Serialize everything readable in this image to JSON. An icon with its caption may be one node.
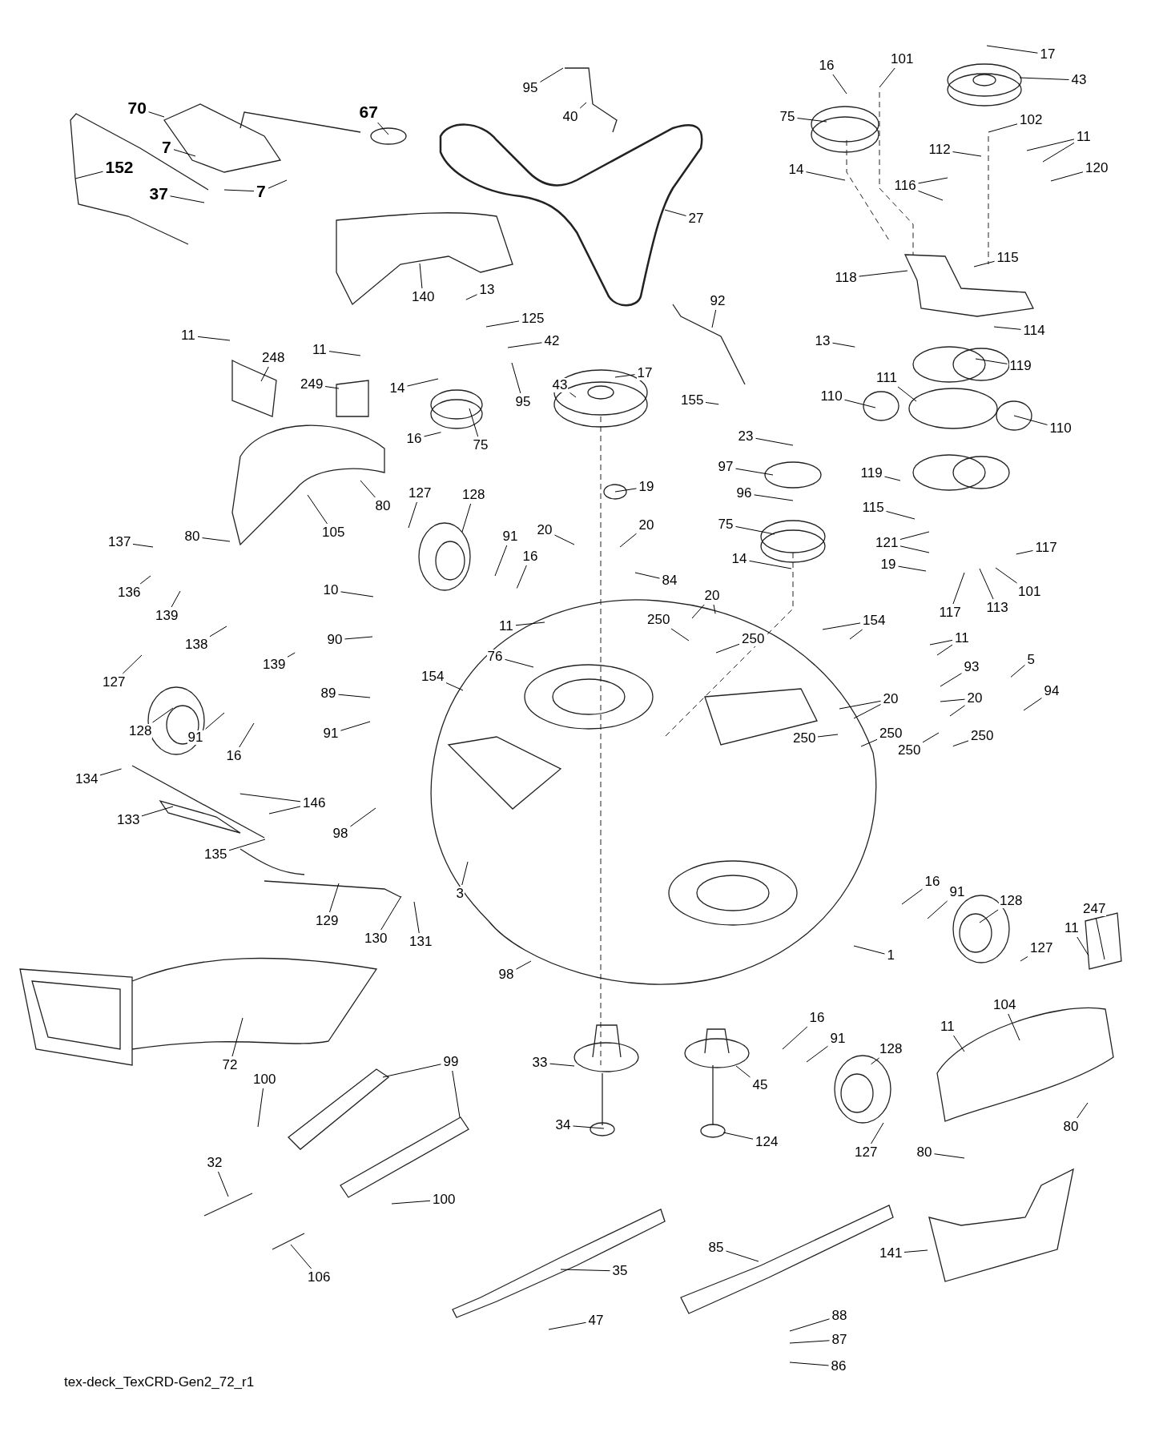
{
  "diagram": {
    "caption": "tex-deck_TexCRD-Gen2_72_r1",
    "nodes": [
      {
        "text": [
          "95"
        ]
      },
      {
        "text": [
          "40"
        ]
      },
      {
        "text": [
          "16"
        ]
      },
      {
        "text": [
          "101"
        ]
      },
      {
        "text": [
          "17"
        ]
      },
      {
        "text": [
          "43"
        ]
      },
      {
        "text": [
          "70"
        ]
      },
      {
        "text": [
          "67"
        ]
      },
      {
        "text": [
          "75"
        ]
      },
      {
        "text": [
          "102"
        ]
      },
      {
        "text": [
          "11"
        ]
      },
      {
        "text": [
          "112"
        ]
      },
      {
        "text": [
          "7"
        ]
      },
      {
        "text": [
          "152"
        ]
      },
      {
        "text": [
          "120"
        ]
      },
      {
        "text": [
          "14"
        ]
      },
      {
        "text": [
          "116"
        ]
      },
      {
        "text": [
          "7"
        ]
      },
      {
        "text": [
          "37"
        ]
      },
      {
        "text": [
          "27"
        ]
      },
      {
        "text": [
          "115"
        ]
      },
      {
        "text": [
          "118"
        ]
      },
      {
        "text": [
          "13"
        ]
      },
      {
        "text": [
          "140"
        ]
      },
      {
        "text": [
          "92"
        ]
      },
      {
        "text": [
          "125"
        ]
      },
      {
        "text": [
          "114"
        ]
      },
      {
        "text": [
          "11"
        ]
      },
      {
        "text": [
          "42"
        ]
      },
      {
        "text": [
          "13"
        ]
      },
      {
        "text": [
          "11"
        ]
      },
      {
        "text": [
          "248"
        ]
      },
      {
        "text": [
          "119"
        ]
      },
      {
        "text": [
          "17"
        ]
      },
      {
        "text": [
          "111"
        ]
      },
      {
        "text": [
          "249"
        ]
      },
      {
        "text": [
          "43"
        ]
      },
      {
        "text": [
          "14"
        ]
      },
      {
        "text": [
          "110"
        ]
      },
      {
        "text": [
          "155"
        ]
      },
      {
        "text": [
          "95"
        ]
      },
      {
        "text": [
          "110"
        ]
      },
      {
        "text": [
          "23"
        ]
      },
      {
        "text": [
          "16"
        ]
      },
      {
        "text": [
          "75"
        ]
      },
      {
        "text": [
          "97"
        ]
      },
      {
        "text": [
          "119"
        ]
      },
      {
        "text": [
          "19"
        ]
      },
      {
        "text": [
          "127"
        ]
      },
      {
        "text": [
          "128"
        ]
      },
      {
        "text": [
          "96"
        ]
      },
      {
        "text": [
          "80"
        ]
      },
      {
        "text": [
          "115"
        ]
      },
      {
        "text": [
          "20"
        ]
      },
      {
        "text": [
          "75"
        ]
      },
      {
        "text": [
          "20"
        ]
      },
      {
        "text": [
          "105"
        ]
      },
      {
        "text": [
          "80"
        ]
      },
      {
        "text": [
          "91"
        ]
      },
      {
        "text": [
          "137"
        ]
      },
      {
        "text": [
          "121"
        ]
      },
      {
        "text": [
          "117"
        ]
      },
      {
        "text": [
          "16"
        ]
      },
      {
        "text": [
          "14"
        ]
      },
      {
        "text": [
          "19"
        ]
      },
      {
        "text": [
          "84"
        ]
      },
      {
        "text": [
          "10"
        ]
      },
      {
        "text": [
          "136"
        ]
      },
      {
        "text": [
          "101"
        ]
      },
      {
        "text": [
          "20"
        ]
      },
      {
        "text": [
          "113"
        ]
      },
      {
        "text": [
          "117"
        ]
      },
      {
        "text": [
          "139"
        ]
      },
      {
        "text": [
          "250"
        ]
      },
      {
        "text": [
          "154"
        ]
      },
      {
        "text": [
          "11"
        ]
      },
      {
        "text": [
          "11"
        ]
      },
      {
        "text": [
          "250"
        ]
      },
      {
        "text": [
          "90"
        ]
      },
      {
        "text": [
          "138"
        ]
      },
      {
        "text": [
          "93"
        ]
      },
      {
        "text": [
          "5"
        ]
      },
      {
        "text": [
          "76"
        ]
      },
      {
        "text": [
          "139"
        ]
      },
      {
        "text": [
          "154"
        ]
      },
      {
        "text": [
          "127"
        ]
      },
      {
        "text": [
          "94"
        ]
      },
      {
        "text": [
          "89"
        ]
      },
      {
        "text": [
          "20"
        ]
      },
      {
        "text": [
          "20"
        ]
      },
      {
        "text": [
          "250"
        ]
      },
      {
        "text": [
          "128"
        ]
      },
      {
        "text": [
          "91"
        ]
      },
      {
        "text": [
          "91"
        ]
      },
      {
        "text": [
          "250"
        ]
      },
      {
        "text": [
          "250"
        ]
      },
      {
        "text": [
          "250"
        ]
      },
      {
        "text": [
          "16"
        ]
      },
      {
        "text": [
          "134"
        ]
      },
      {
        "text": [
          "146"
        ]
      },
      {
        "text": [
          "133"
        ]
      },
      {
        "text": [
          "98"
        ]
      },
      {
        "text": [
          "135"
        ]
      },
      {
        "text": [
          "16"
        ]
      },
      {
        "text": [
          "91"
        ]
      },
      {
        "text": [
          "3"
        ]
      },
      {
        "text": [
          "128"
        ]
      },
      {
        "text": [
          "247"
        ]
      },
      {
        "text": [
          "129"
        ]
      },
      {
        "text": [
          "11"
        ]
      },
      {
        "text": [
          "130"
        ]
      },
      {
        "text": [
          "131"
        ]
      },
      {
        "text": [
          "1"
        ]
      },
      {
        "text": [
          "127"
        ]
      },
      {
        "text": [
          "98"
        ]
      },
      {
        "text": [
          "104"
        ]
      },
      {
        "text": [
          "16"
        ]
      },
      {
        "text": [
          "11"
        ]
      },
      {
        "text": [
          "91"
        ]
      },
      {
        "text": [
          "128"
        ]
      },
      {
        "text": [
          "99"
        ]
      },
      {
        "text": [
          "72"
        ]
      },
      {
        "text": [
          "33"
        ]
      },
      {
        "text": [
          "100"
        ]
      },
      {
        "text": [
          "45"
        ]
      },
      {
        "text": [
          "34"
        ]
      },
      {
        "text": [
          "80"
        ]
      },
      {
        "text": [
          "124"
        ]
      },
      {
        "text": [
          "127"
        ]
      },
      {
        "text": [
          "80"
        ]
      },
      {
        "text": [
          "32"
        ]
      },
      {
        "text": [
          "100"
        ]
      },
      {
        "text": [
          "85"
        ]
      },
      {
        "text": [
          "141"
        ]
      },
      {
        "text": [
          "35"
        ]
      },
      {
        "text": [
          "106"
        ]
      },
      {
        "text": [
          "88"
        ]
      },
      {
        "text": [
          "47"
        ]
      },
      {
        "text": [
          "87"
        ]
      },
      {
        "text": [
          "86"
        ]
      }
    ],
    "edges": [
      {
        "from": 0,
        "to": null,
        "arrow": "none"
      },
      {
        "from": 1,
        "to": null,
        "arrow": "none"
      },
      {
        "from": 2,
        "to": null,
        "arrow": "none"
      },
      {
        "from": 3,
        "to": null,
        "arrow": "none"
      },
      {
        "from": 4,
        "to": null,
        "arrow": "none"
      },
      {
        "from": 5,
        "to": null,
        "arrow": "none"
      },
      {
        "from": 6,
        "to": null,
        "arrow": "none"
      },
      {
        "from": 7,
        "to": null,
        "arrow": "none"
      },
      {
        "from": 8,
        "to": null,
        "arrow": "none"
      },
      {
        "from": 9,
        "to": null,
        "arrow": "none"
      },
      {
        "from": 10,
        "to": null,
        "arrow": "none"
      },
      {
        "from": 10,
        "to": null,
        "arrow": "none"
      },
      {
        "from": 11,
        "to": null,
        "arrow": "none"
      },
      {
        "from": 12,
        "to": null,
        "arrow": "none"
      },
      {
        "from": 13,
        "to": null,
        "arrow": "none"
      },
      {
        "from": 14,
        "to": null,
        "arrow": "none"
      },
      {
        "from": 15,
        "to": null,
        "arrow": "none"
      },
      {
        "from": 16,
        "to": null,
        "arrow": "none"
      },
      {
        "from": 16,
        "to": null,
        "arrow": "none"
      },
      {
        "from": 17,
        "to": null,
        "arrow": "none"
      },
      {
        "from": 17,
        "to": null,
        "arrow": "none"
      },
      {
        "from": 18,
        "to": null,
        "arrow": "none"
      },
      {
        "from": 19,
        "to": null,
        "arrow": "none"
      },
      {
        "from": 20,
        "to": null,
        "arrow": "none"
      },
      {
        "from": 21,
        "to": null,
        "arrow": "none"
      },
      {
        "from": 22,
        "to": null,
        "arrow": "none"
      },
      {
        "from": 23,
        "to": null,
        "arrow": "none"
      },
      {
        "from": 24,
        "to": null,
        "arrow": "none"
      },
      {
        "from": 25,
        "to": null,
        "arrow": "none"
      },
      {
        "from": 26,
        "to": null,
        "arrow": "none"
      },
      {
        "from": 27,
        "to": null,
        "arrow": "none"
      },
      {
        "from": 28,
        "to": null,
        "arrow": "none"
      },
      {
        "from": 29,
        "to": null,
        "arrow": "none"
      },
      {
        "from": 30,
        "to": null,
        "arrow": "none"
      },
      {
        "from": 31,
        "to": null,
        "arrow": "none"
      },
      {
        "from": 32,
        "to": null,
        "arrow": "none"
      },
      {
        "from": 33,
        "to": null,
        "arrow": "none"
      },
      {
        "from": 34,
        "to": null,
        "arrow": "none"
      },
      {
        "from": 35,
        "to": null,
        "arrow": "none"
      },
      {
        "from": 36,
        "to": null,
        "arrow": "none"
      },
      {
        "from": 37,
        "to": null,
        "arrow": "none"
      },
      {
        "from": 38,
        "to": null,
        "arrow": "none"
      },
      {
        "from": 39,
        "to": null,
        "arrow": "none"
      },
      {
        "from": 40,
        "to": null,
        "arrow": "none"
      },
      {
        "from": 41,
        "to": null,
        "arrow": "none"
      },
      {
        "from": 42,
        "to": null,
        "arrow": "none"
      },
      {
        "from": 43,
        "to": null,
        "arrow": "none"
      },
      {
        "from": 44,
        "to": null,
        "arrow": "none"
      },
      {
        "from": 45,
        "to": null,
        "arrow": "none"
      },
      {
        "from": 46,
        "to": null,
        "arrow": "none"
      },
      {
        "from": 47,
        "to": null,
        "arrow": "none"
      },
      {
        "from": 48,
        "to": null,
        "arrow": "none"
      },
      {
        "from": 49,
        "to": null,
        "arrow": "none"
      },
      {
        "from": 50,
        "to": null,
        "arrow": "none"
      },
      {
        "from": 51,
        "to": null,
        "arrow": "none"
      },
      {
        "from": 52,
        "to": null,
        "arrow": "none"
      },
      {
        "from": 53,
        "to": null,
        "arrow": "none"
      },
      {
        "from": 54,
        "to": null,
        "arrow": "none"
      },
      {
        "from": 55,
        "to": null,
        "arrow": "none"
      },
      {
        "from": 56,
        "to": null,
        "arrow": "none"
      },
      {
        "from": 57,
        "to": null,
        "arrow": "none"
      },
      {
        "from": 58,
        "to": null,
        "arrow": "none"
      },
      {
        "from": 59,
        "to": null,
        "arrow": "none"
      },
      {
        "from": 60,
        "to": null,
        "arrow": "none"
      },
      {
        "from": 60,
        "to": null,
        "arrow": "none"
      },
      {
        "from": 61,
        "to": null,
        "arrow": "none"
      },
      {
        "from": 62,
        "to": null,
        "arrow": "none"
      },
      {
        "from": 63,
        "to": null,
        "arrow": "none"
      },
      {
        "from": 64,
        "to": null,
        "arrow": "none"
      },
      {
        "from": 65,
        "to": null,
        "arrow": "none"
      },
      {
        "from": 66,
        "to": null,
        "arrow": "none"
      },
      {
        "from": 67,
        "to": null,
        "arrow": "none"
      },
      {
        "from": 68,
        "to": null,
        "arrow": "none"
      },
      {
        "from": 69,
        "to": null,
        "arrow": "none"
      },
      {
        "from": 69,
        "to": null,
        "arrow": "none"
      },
      {
        "from": 70,
        "to": null,
        "arrow": "none"
      },
      {
        "from": 71,
        "to": null,
        "arrow": "none"
      },
      {
        "from": 72,
        "to": null,
        "arrow": "none"
      },
      {
        "from": 73,
        "to": null,
        "arrow": "none"
      },
      {
        "from": 74,
        "to": null,
        "arrow": "none"
      },
      {
        "from": 74,
        "to": null,
        "arrow": "none"
      },
      {
        "from": 75,
        "to": null,
        "arrow": "none"
      },
      {
        "from": 76,
        "to": null,
        "arrow": "none"
      },
      {
        "from": 76,
        "to": null,
        "arrow": "none"
      },
      {
        "from": 77,
        "to": null,
        "arrow": "none"
      },
      {
        "from": 78,
        "to": null,
        "arrow": "none"
      },
      {
        "from": 79,
        "to": null,
        "arrow": "none"
      },
      {
        "from": 80,
        "to": null,
        "arrow": "none"
      },
      {
        "from": 81,
        "to": null,
        "arrow": "none"
      },
      {
        "from": 82,
        "to": null,
        "arrow": "none"
      },
      {
        "from": 83,
        "to": null,
        "arrow": "none"
      },
      {
        "from": 84,
        "to": null,
        "arrow": "none"
      },
      {
        "from": 85,
        "to": null,
        "arrow": "none"
      },
      {
        "from": 86,
        "to": null,
        "arrow": "none"
      },
      {
        "from": 87,
        "to": null,
        "arrow": "none"
      },
      {
        "from": 88,
        "to": null,
        "arrow": "none"
      },
      {
        "from": 88,
        "to": null,
        "arrow": "none"
      },
      {
        "from": 89,
        "to": null,
        "arrow": "none"
      },
      {
        "from": 89,
        "to": null,
        "arrow": "none"
      },
      {
        "from": 90,
        "to": null,
        "arrow": "none"
      },
      {
        "from": 91,
        "to": null,
        "arrow": "none"
      },
      {
        "from": 92,
        "to": null,
        "arrow": "none"
      },
      {
        "from": 93,
        "to": null,
        "arrow": "none"
      },
      {
        "from": 94,
        "to": null,
        "arrow": "none"
      },
      {
        "from": 95,
        "to": null,
        "arrow": "none"
      },
      {
        "from": 96,
        "to": null,
        "arrow": "none"
      },
      {
        "from": 97,
        "to": null,
        "arrow": "none"
      },
      {
        "from": 98,
        "to": null,
        "arrow": "none"
      },
      {
        "from": 99,
        "to": null,
        "arrow": "none"
      },
      {
        "from": 99,
        "to": null,
        "arrow": "none"
      },
      {
        "from": 100,
        "to": null,
        "arrow": "none"
      },
      {
        "from": 101,
        "to": null,
        "arrow": "none"
      },
      {
        "from": 102,
        "to": null,
        "arrow": "none"
      },
      {
        "from": 103,
        "to": null,
        "arrow": "none"
      },
      {
        "from": 104,
        "to": null,
        "arrow": "none"
      },
      {
        "from": 105,
        "to": null,
        "arrow": "none"
      },
      {
        "from": 106,
        "to": null,
        "arrow": "none"
      },
      {
        "from": 107,
        "to": null,
        "arrow": "none"
      },
      {
        "from": 108,
        "to": null,
        "arrow": "none"
      },
      {
        "from": 109,
        "to": null,
        "arrow": "none"
      },
      {
        "from": 110,
        "to": null,
        "arrow": "none"
      },
      {
        "from": 111,
        "to": null,
        "arrow": "none"
      },
      {
        "from": 112,
        "to": null,
        "arrow": "none"
      },
      {
        "from": 113,
        "to": null,
        "arrow": "none"
      },
      {
        "from": 114,
        "to": null,
        "arrow": "none"
      },
      {
        "from": 115,
        "to": null,
        "arrow": "none"
      },
      {
        "from": 116,
        "to": null,
        "arrow": "none"
      },
      {
        "from": 117,
        "to": null,
        "arrow": "none"
      },
      {
        "from": 118,
        "to": null,
        "arrow": "none"
      },
      {
        "from": 119,
        "to": null,
        "arrow": "none"
      },
      {
        "from": 120,
        "to": null,
        "arrow": "none"
      },
      {
        "from": 120,
        "to": null,
        "arrow": "none"
      },
      {
        "from": 121,
        "to": null,
        "arrow": "none"
      },
      {
        "from": 122,
        "to": null,
        "arrow": "none"
      },
      {
        "from": 123,
        "to": null,
        "arrow": "none"
      },
      {
        "from": 124,
        "to": null,
        "arrow": "none"
      },
      {
        "from": 125,
        "to": null,
        "arrow": "none"
      },
      {
        "from": 126,
        "to": null,
        "arrow": "none"
      },
      {
        "from": 127,
        "to": null,
        "arrow": "none"
      },
      {
        "from": 128,
        "to": null,
        "arrow": "none"
      },
      {
        "from": 129,
        "to": null,
        "arrow": "none"
      },
      {
        "from": 130,
        "to": null,
        "arrow": "none"
      },
      {
        "from": 131,
        "to": null,
        "arrow": "none"
      },
      {
        "from": 132,
        "to": null,
        "arrow": "none"
      },
      {
        "from": 133,
        "to": null,
        "arrow": "none"
      },
      {
        "from": 134,
        "to": null,
        "arrow": "none"
      },
      {
        "from": 135,
        "to": null,
        "arrow": "none"
      },
      {
        "from": 136,
        "to": null,
        "arrow": "none"
      },
      {
        "from": 137,
        "to": null,
        "arrow": "none"
      },
      {
        "from": 138,
        "to": null,
        "arrow": "none"
      },
      {
        "from": 139,
        "to": null,
        "arrow": "none"
      }
    ]
  }
}
